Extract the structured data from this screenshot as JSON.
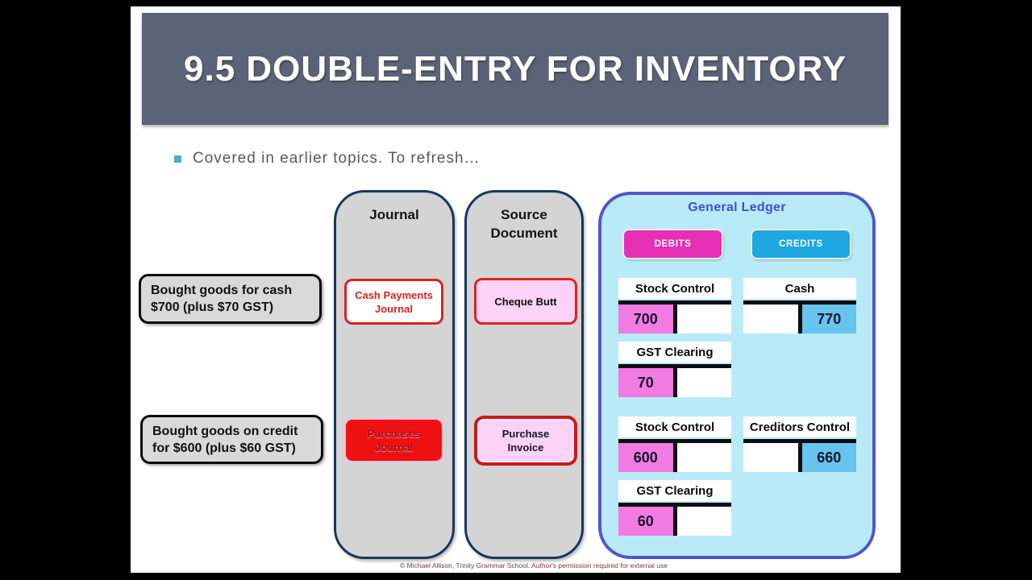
{
  "slide": {
    "title": "9.5 DOUBLE-ENTRY FOR INVENTORY",
    "bullet": "Covered in earlier topics. To refresh…",
    "footer": "© Michael Allison, Trinity Grammar School. Author's permission required for external use"
  },
  "scenarios": [
    {
      "line1": "Bought goods for cash",
      "line2": "$700 (plus $70 GST)"
    },
    {
      "line1": "Bought goods on credit",
      "line2": "for $600 (plus $60 GST)"
    }
  ],
  "journal": {
    "header": "Journal",
    "items": [
      {
        "line1": "Cash Payments",
        "line2": "Journal"
      },
      {
        "line1": "Purchases",
        "line2": "Journal"
      }
    ]
  },
  "source": {
    "header_line1": "Source",
    "header_line2": "Document",
    "items": [
      {
        "label": "Cheque Butt"
      },
      {
        "line1": "Purchase",
        "line2": "Invoice"
      }
    ]
  },
  "ledger": {
    "title": "General Ledger",
    "debits_label": "DEBITS",
    "credits_label": "CREDITS",
    "accounts": [
      {
        "name": "Stock Control",
        "side": "debit",
        "amount": "700"
      },
      {
        "name": "Cash",
        "side": "credit",
        "amount": "770"
      },
      {
        "name": "GST Clearing",
        "side": "debit",
        "amount": "70"
      },
      {
        "name": "Stock Control",
        "side": "debit",
        "amount": "600"
      },
      {
        "name": "Creditors Control",
        "side": "credit",
        "amount": "660"
      },
      {
        "name": "GST Clearing",
        "side": "debit",
        "amount": "60"
      }
    ]
  },
  "colors": {
    "header_bar": "#5a6377",
    "bullet_accent": "#45aec8",
    "column_fill": "#d4d4d4",
    "column_border": "#17375e",
    "red_accent": "#e01f1f",
    "red_fill": "#ee1111",
    "pink_fill": "#fcd2f7",
    "ledger_fill": "#b9eaf7",
    "ledger_border": "#5156c9",
    "ledger_title": "#3c50cb",
    "debit_pink": "#f27ae3",
    "debit_button": "#e72fb5",
    "credit_blue": "#66c4ee",
    "credit_button": "#1fa7e1",
    "footer_text": "#7a3b3b"
  }
}
